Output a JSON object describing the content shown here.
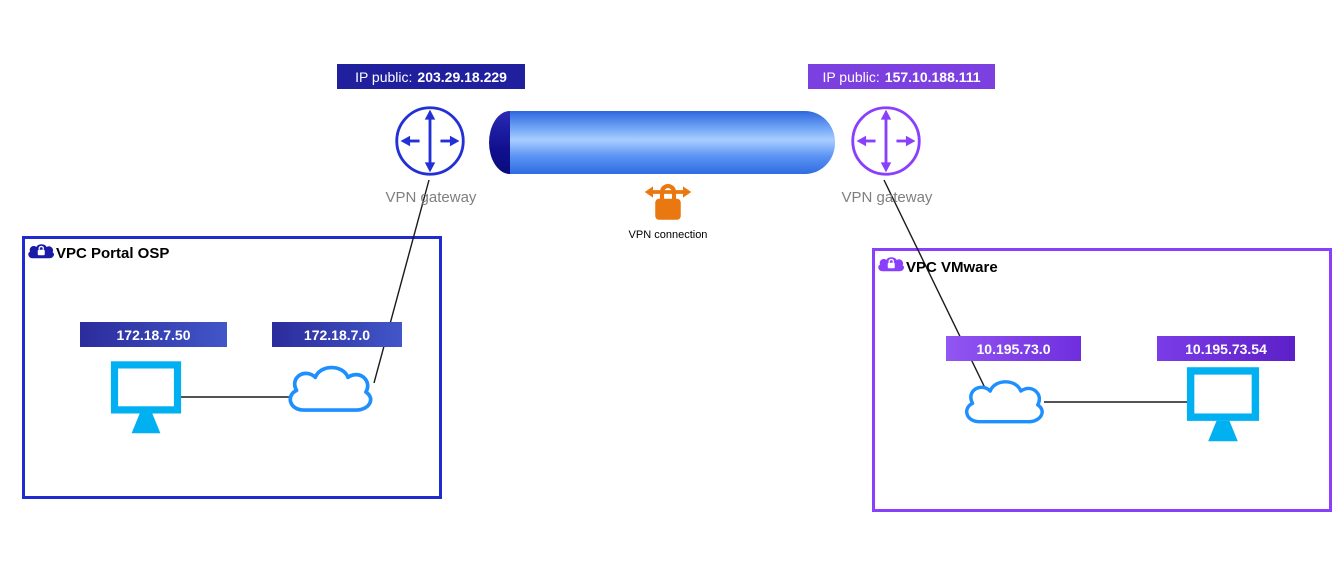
{
  "gateways": {
    "left": {
      "label": "VPN gateway",
      "ip_prefix": "IP public:",
      "ip": "203.29.18.229"
    },
    "right": {
      "label": "VPN gateway",
      "ip_prefix": "IP public:",
      "ip": "157.10.188.111"
    }
  },
  "tunnel": {
    "label": "VPN connection"
  },
  "vpcs": {
    "left": {
      "title": "VPC Portal OSP",
      "host_ip": "172.18.7.50",
      "network": "172.18.7.0"
    },
    "right": {
      "title": "VPC VMware",
      "network": "10.195.73.0",
      "host_ip": "10.195.73.54"
    }
  },
  "colors": {
    "left_accent": "#1f2bd0",
    "right_accent": "#8a3ffc",
    "badge_navy": "#201f9e",
    "badge_purple": "#7d40e0",
    "tube_blue": "#5b93f3",
    "tube_cap_navy": "#10108f",
    "lock_orange": "#e8780f",
    "device_cyan": "#00b0f0",
    "cloud_blue": "#1e8fff",
    "label_gray": "#7f7f7f"
  }
}
